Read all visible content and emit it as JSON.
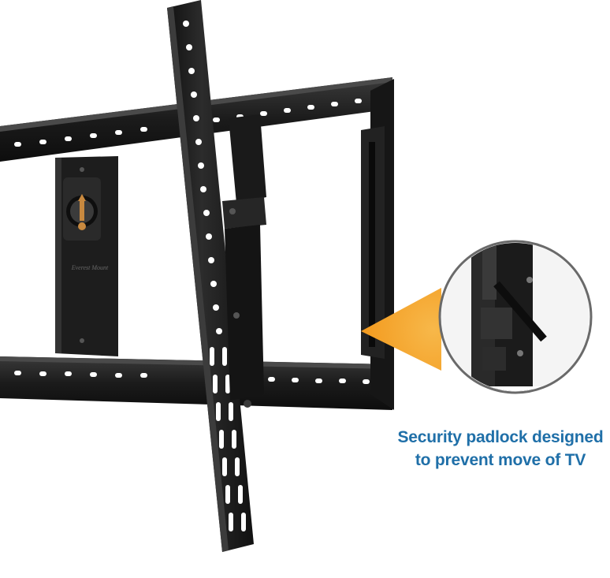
{
  "caption": {
    "line1": "Security padlock designed",
    "line2": "to prevent move of TV"
  },
  "brand": {
    "label": "Everest Mount"
  },
  "colors": {
    "background": "#ffffff",
    "metal": "#1b1b1b",
    "metal_highlight": "#3a3a3a",
    "caption_text": "#1f6fa8",
    "callout_arrow": "#f39a1e",
    "level_bubble": "#c8893f"
  },
  "icons": {
    "callout": "zoom-callout-icon",
    "level": "spirit-level-icon"
  }
}
